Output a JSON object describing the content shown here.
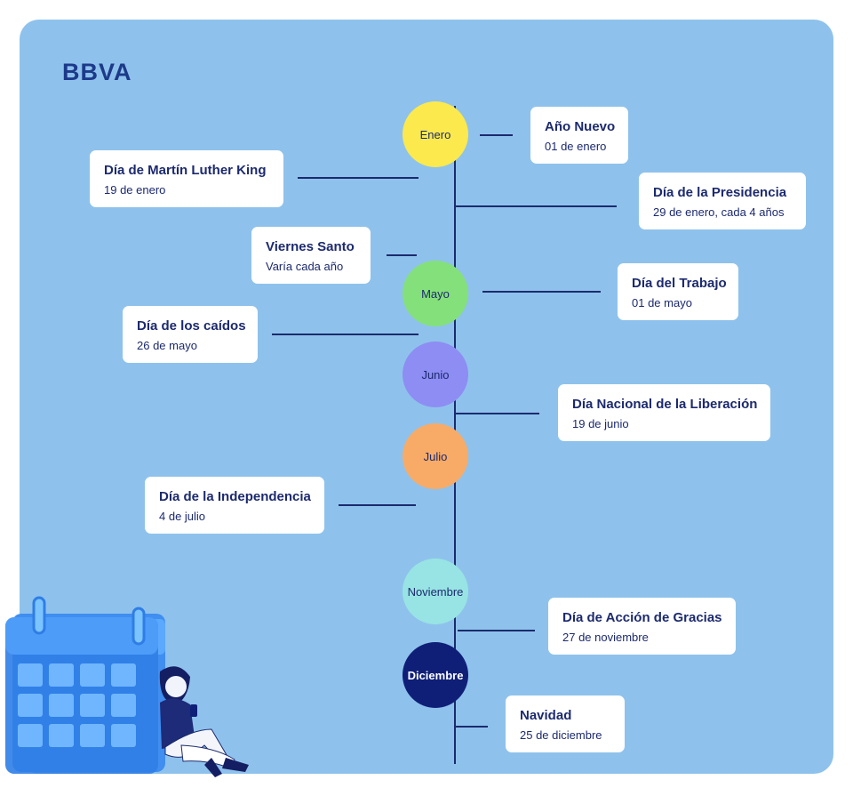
{
  "brand": {
    "logo": "BBVA"
  },
  "months": [
    {
      "label": "Enero",
      "color": "#fbe94d"
    },
    {
      "label": "Mayo",
      "color": "#84e07a"
    },
    {
      "label": "Junio",
      "color": "#8d8df3"
    },
    {
      "label": "Julio",
      "color": "#f7ab67"
    },
    {
      "label": "Noviembre",
      "color": "#98e4e4"
    },
    {
      "label": "Diciembre",
      "color": "#0f1f78"
    }
  ],
  "holidays": [
    {
      "title": "Año Nuevo",
      "date": "01 de enero"
    },
    {
      "title": "Día de Martín Luther King",
      "date": "19 de enero"
    },
    {
      "title": "Día de la Presidencia",
      "date": "29 de enero, cada 4 años"
    },
    {
      "title": "Viernes Santo",
      "date": "Varía cada año"
    },
    {
      "title": "Día del Trabajo",
      "date": "01 de mayo"
    },
    {
      "title": "Día de los caídos",
      "date": "26 de mayo"
    },
    {
      "title": "Día Nacional de la Liberación",
      "date": "19 de junio"
    },
    {
      "title": "Día de la Independencia",
      "date": "4 de julio"
    },
    {
      "title": "Día de Acción de Gracias",
      "date": "27 de noviembre"
    },
    {
      "title": "Navidad",
      "date": "25 de diciembre"
    }
  ]
}
